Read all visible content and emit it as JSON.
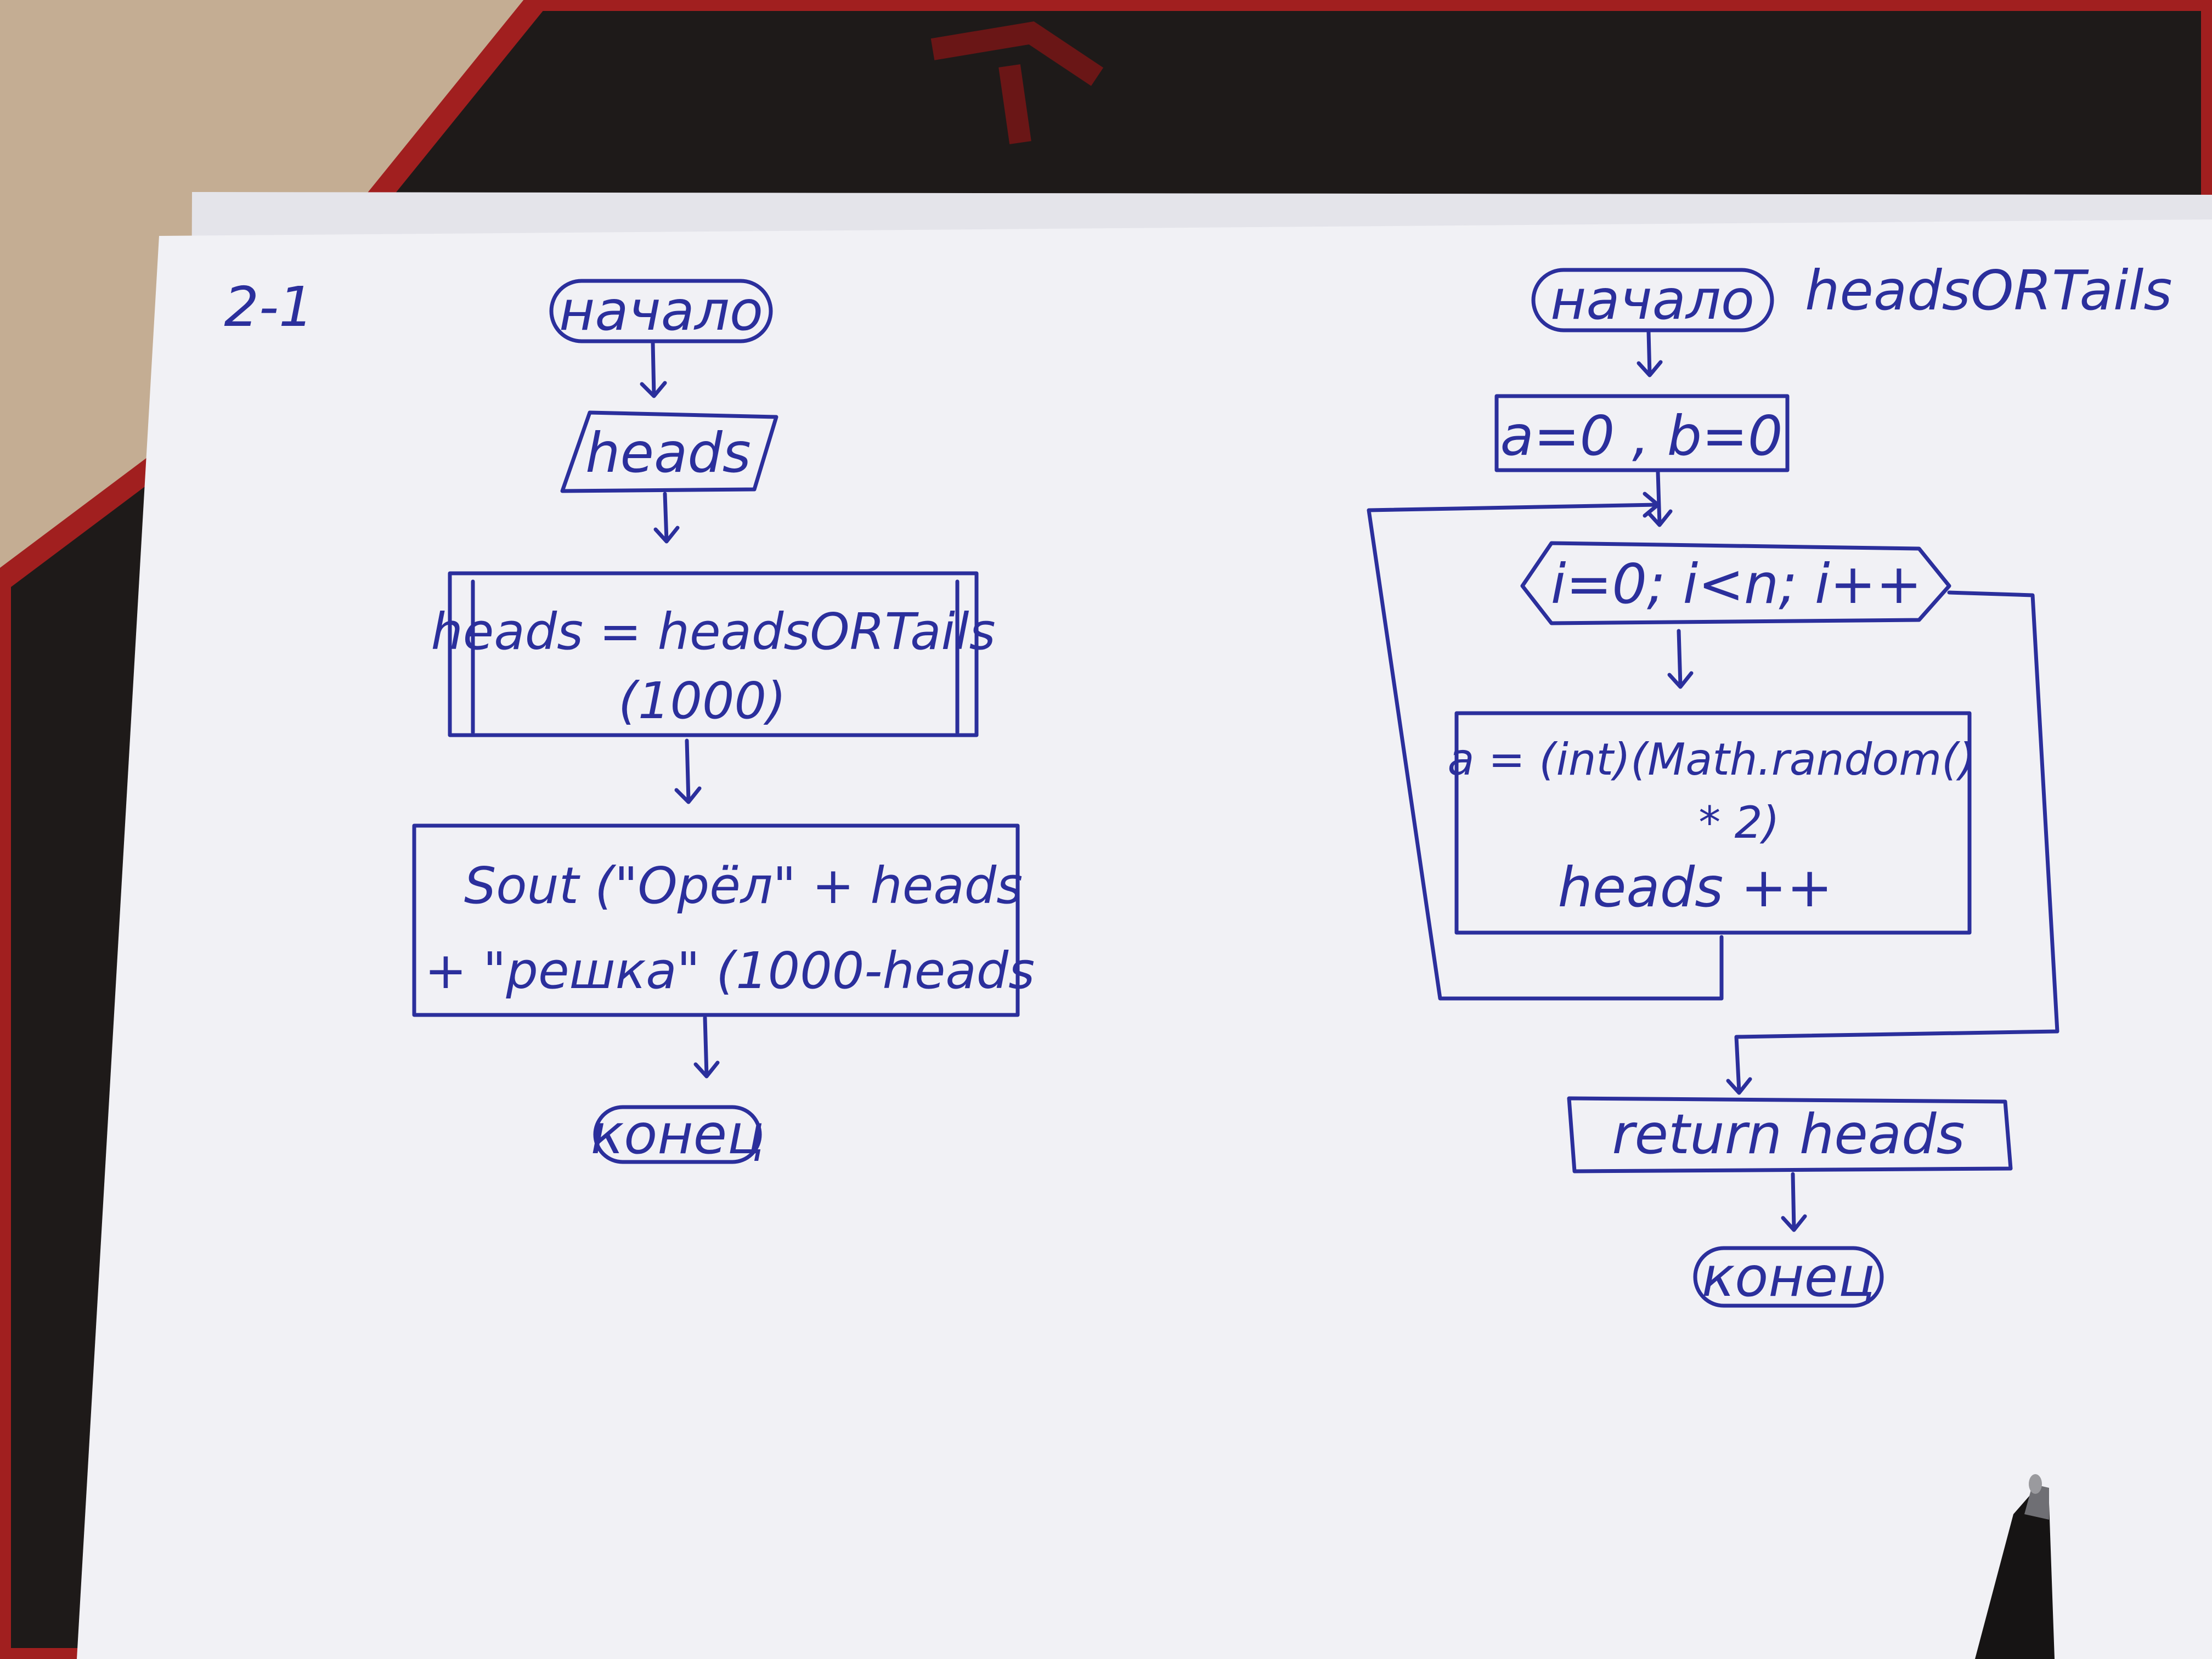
{
  "colors": {
    "ink": "#2b2f9c",
    "paper": "#f1f1f5",
    "desk_mat": "#1e1a19",
    "mat_edge": "#a11f1f",
    "table_wood": "#c8b39a"
  },
  "page": {
    "number": "2-1"
  },
  "left_flowchart": {
    "start": "начало",
    "input": "heads",
    "subroutine": {
      "line1": "heads = headsORTails",
      "line2": "(1000)"
    },
    "output": {
      "line1": "Sout (\"Орёл\" + heads",
      "line2": "+ \"решка\" (1000-heads"
    },
    "end": "конец"
  },
  "right_flowchart": {
    "title": "headsORTails",
    "start": "начало",
    "init": "a=0 , b=0",
    "loop": "i=0; i<n; i++",
    "body": {
      "line1": "a = (int)(Math.random()",
      "line2": "* 2)",
      "line3": "heads ++"
    },
    "return": "return heads",
    "end": "конец"
  }
}
